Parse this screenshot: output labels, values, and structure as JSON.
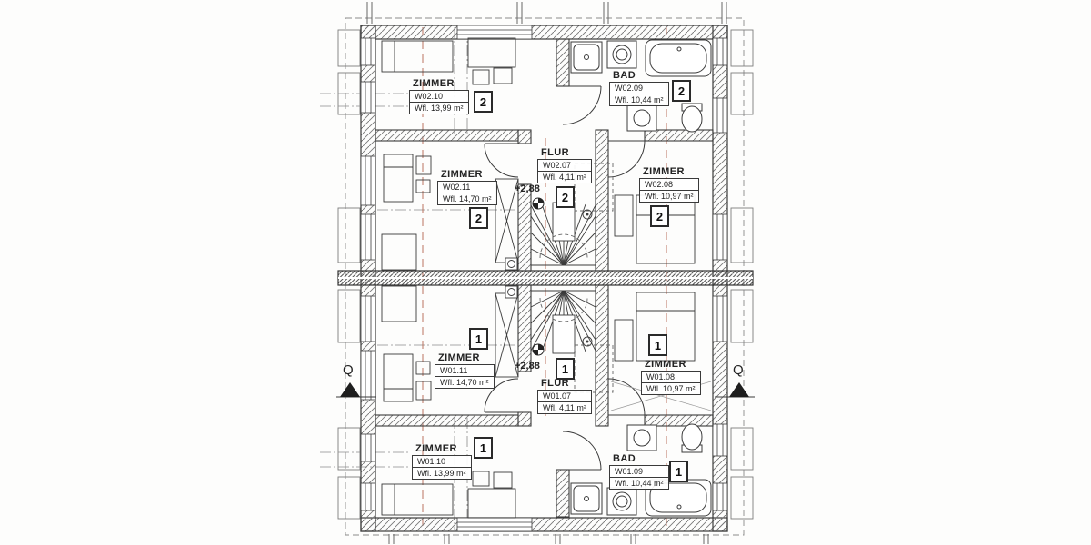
{
  "plan": {
    "section_markers": {
      "left": "Q",
      "right": "Q"
    },
    "rooms": [
      {
        "name": "ZIMMER",
        "id": "W02.10",
        "area": "Wfl. 13,99 m²",
        "unit": "2"
      },
      {
        "name": "BAD",
        "id": "W02.09",
        "area": "Wfl. 10,44 m²",
        "unit": "2"
      },
      {
        "name": "ZIMMER",
        "id": "W02.11",
        "area": "Wfl. 14,70 m²",
        "unit": "2"
      },
      {
        "name": "FLUR",
        "id": "W02.07",
        "area": "Wfl. 4,11 m²",
        "unit": "2",
        "elevation": "+2,88"
      },
      {
        "name": "ZIMMER",
        "id": "W02.08",
        "area": "Wfl. 10,97 m²",
        "unit": "2"
      },
      {
        "name": "ZIMMER",
        "id": "W01.11",
        "area": "Wfl. 14,70 m²",
        "unit": "1"
      },
      {
        "name": "FLUR",
        "id": "W01.07",
        "area": "Wfl. 4,11 m²",
        "unit": "1",
        "elevation": "+2,88"
      },
      {
        "name": "ZIMMER",
        "id": "W01.08",
        "area": "Wfl. 10,97 m²",
        "unit": "1"
      },
      {
        "name": "ZIMMER",
        "id": "W01.10",
        "area": "Wfl. 13,99 m²",
        "unit": "1"
      },
      {
        "name": "BAD",
        "id": "W01.09",
        "area": "Wfl. 10,44 m²",
        "unit": "1"
      }
    ],
    "colors": {
      "ink": "#3a3a3a",
      "axis_red": "#b5654f"
    }
  }
}
